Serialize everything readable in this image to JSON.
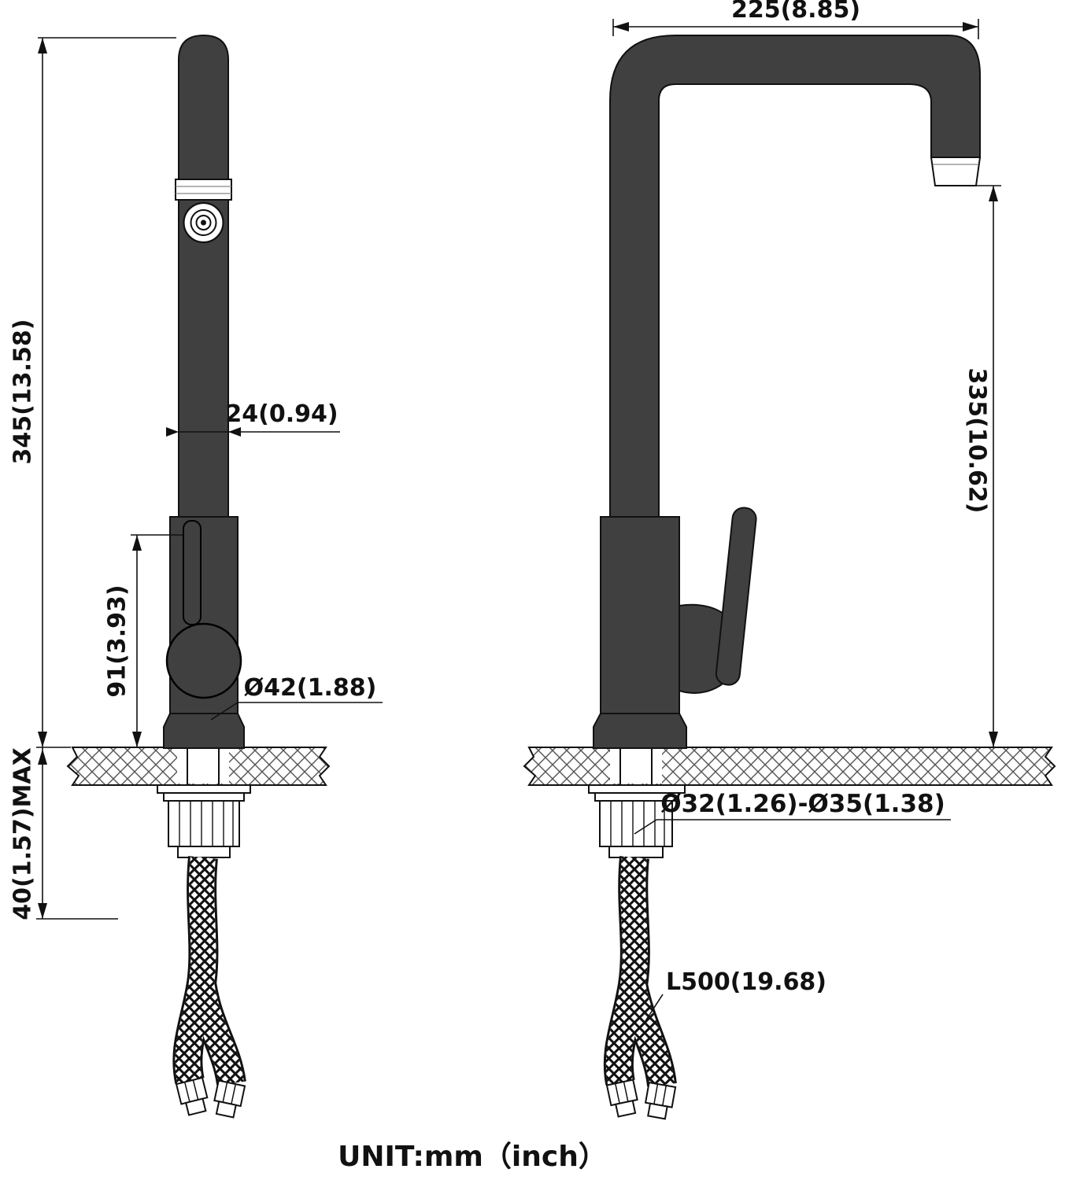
{
  "diagram": {
    "unit_label": "UNIT:mm（inch）",
    "front_view": {
      "label_total_height": "345(13.58)",
      "label_spout_diameter": "24(0.94)",
      "label_body_height": "91(3.93)",
      "label_base_diameter": "Ø42(1.88)",
      "label_deck_thickness": "40(1.57)MAX"
    },
    "side_view": {
      "label_spout_reach": "225(8.85)",
      "label_height_to_spout": "335(10.62)",
      "label_mount_hole": "Ø32(1.26)-Ø35(1.38)",
      "label_hose_length": "L500(19.68)"
    }
  }
}
